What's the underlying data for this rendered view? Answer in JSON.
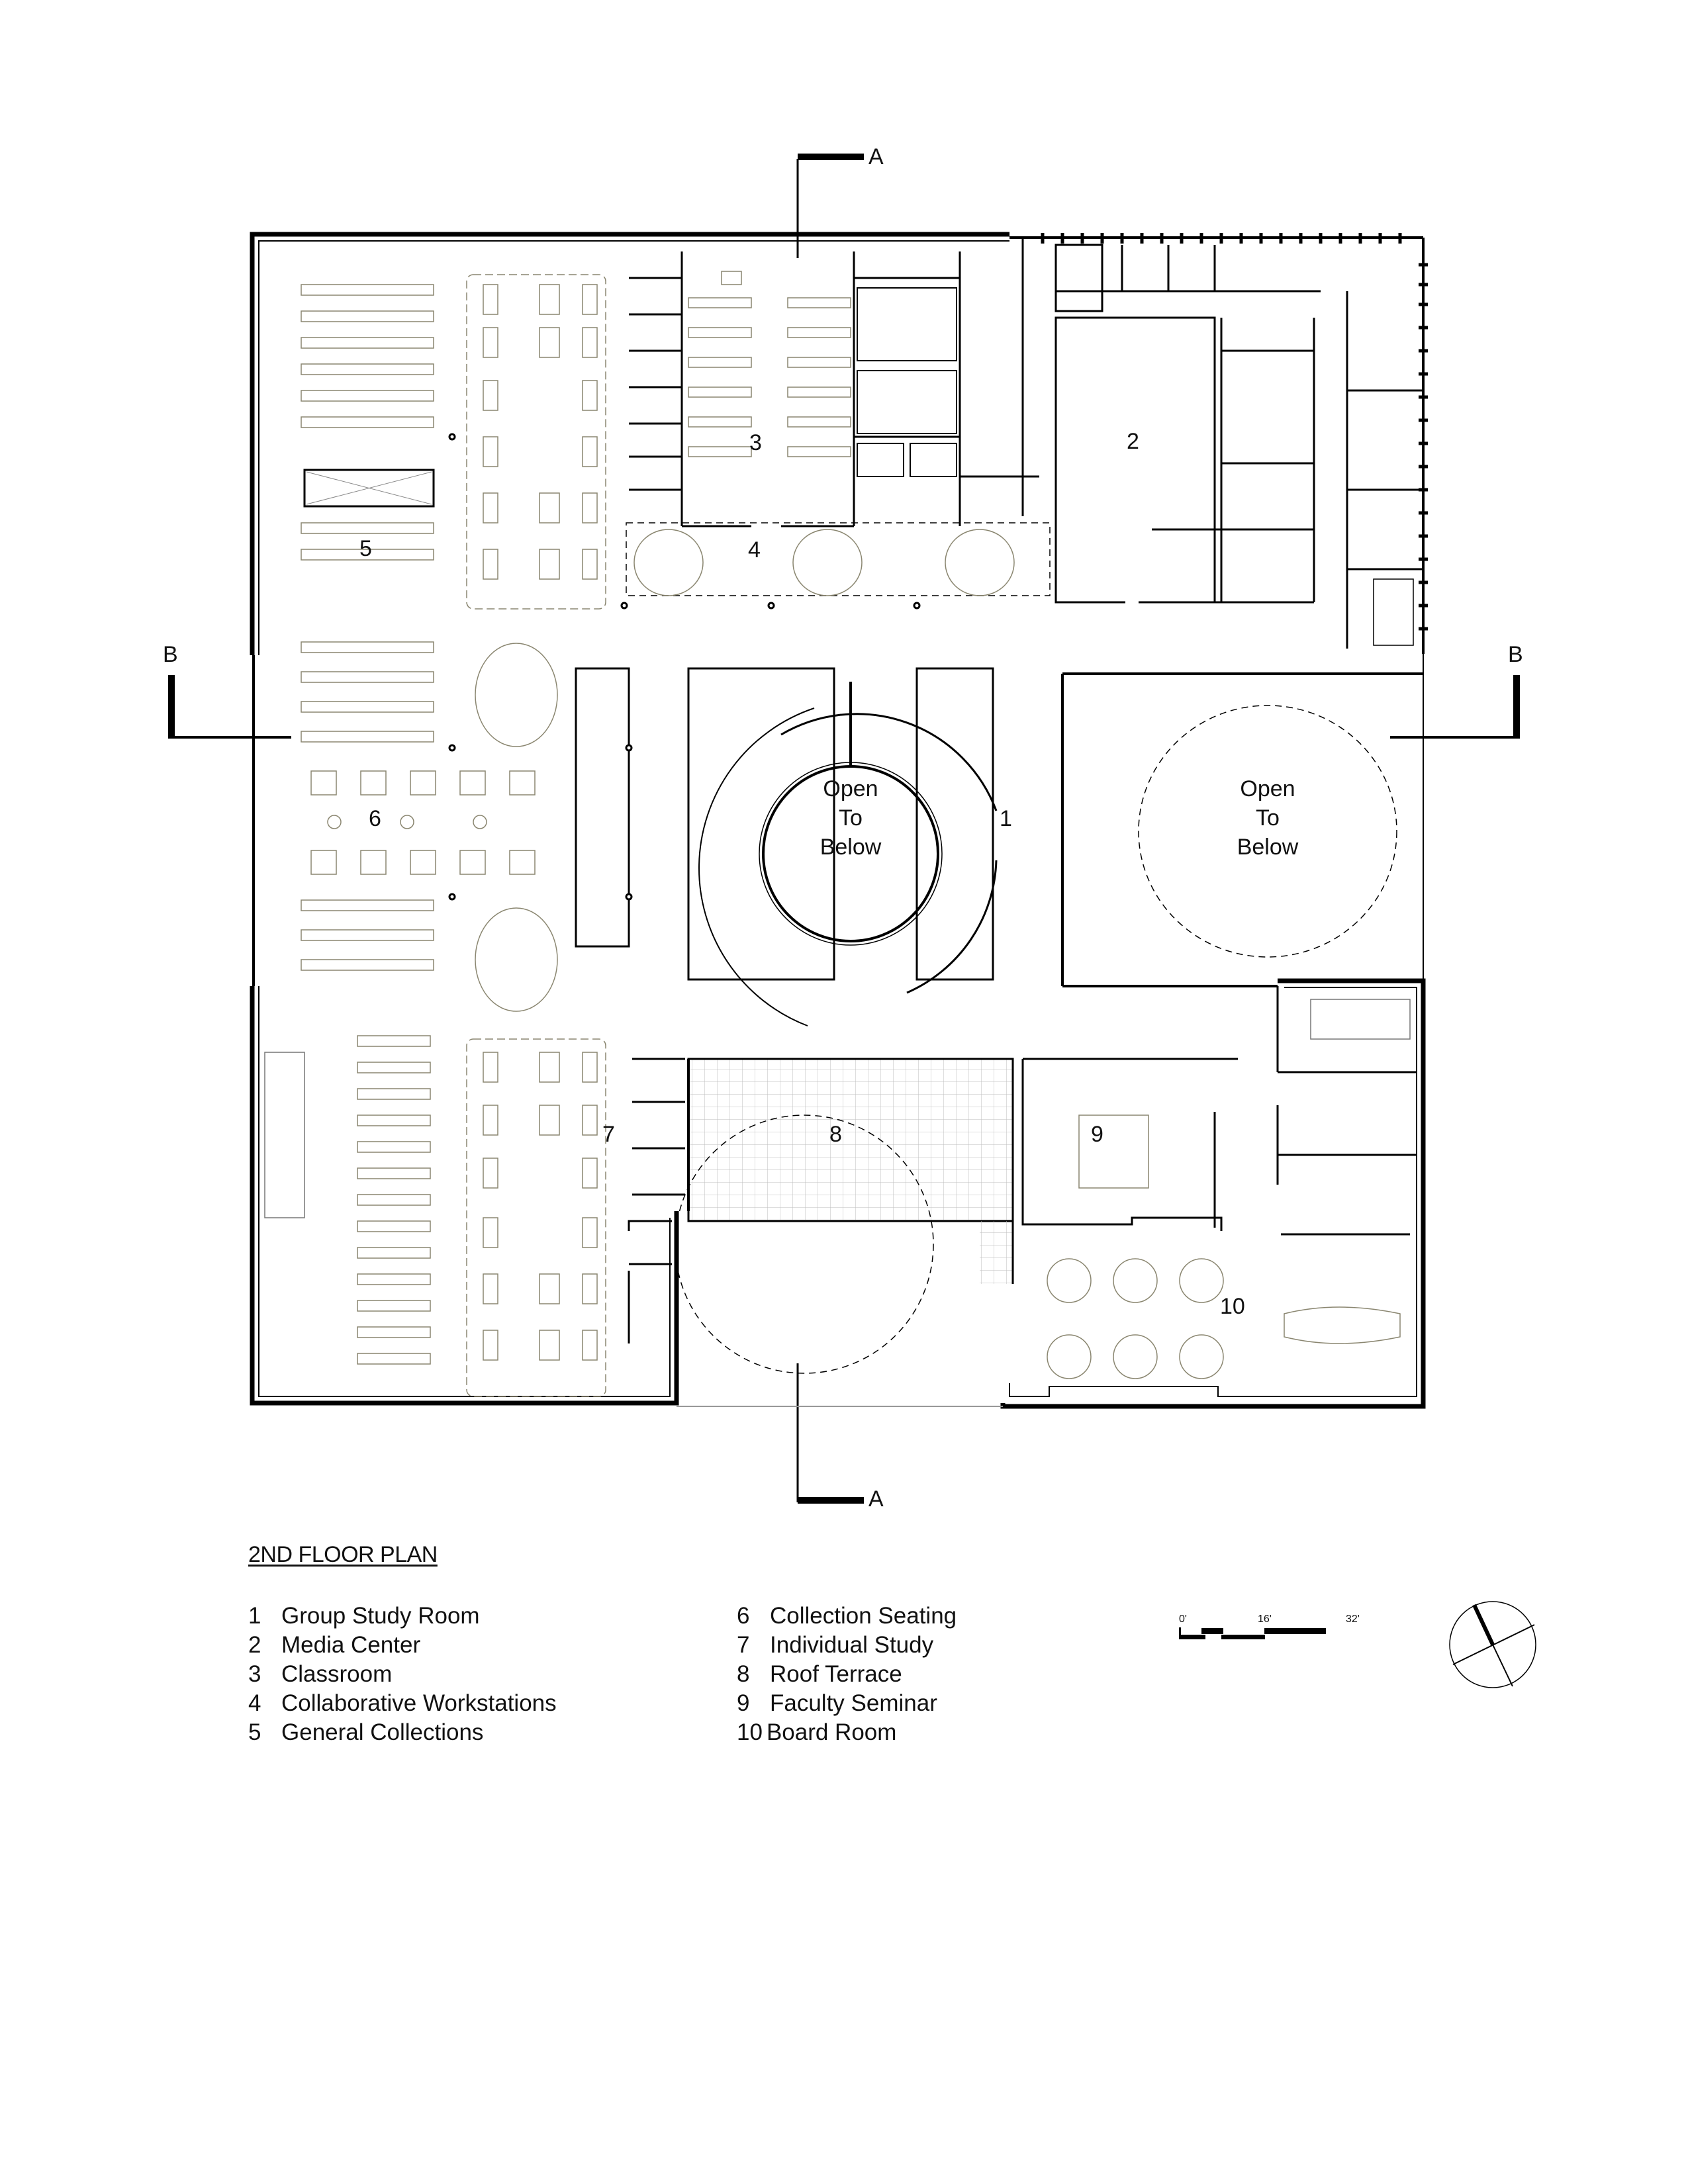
{
  "sheet": {
    "title": "2ND FLOOR PLAN"
  },
  "section_markers": {
    "a_top": "A",
    "a_bottom": "A",
    "b_left": "B",
    "b_right": "B"
  },
  "rooms": [
    {
      "number": "1",
      "name": "Group Study Room"
    },
    {
      "number": "2",
      "name": "Media Center"
    },
    {
      "number": "3",
      "name": "Classroom"
    },
    {
      "number": "4",
      "name": "Collaborative Workstations"
    },
    {
      "number": "5",
      "name": "General Collections"
    },
    {
      "number": "6",
      "name": "Collection Seating"
    },
    {
      "number": "7",
      "name": "Individual Study"
    },
    {
      "number": "8",
      "name": "Roof Terrace"
    },
    {
      "number": "9",
      "name": "Faculty Seminar"
    },
    {
      "number": "10",
      "name": "Board Room"
    }
  ],
  "open_to_below": {
    "center": {
      "line1": "Open",
      "line2": "To",
      "line3": "Below"
    },
    "east": {
      "line1": "Open",
      "line2": "To",
      "line3": "Below"
    }
  },
  "scale_bar": {
    "ticks": [
      "0'",
      "16'",
      "32'"
    ]
  },
  "north_arrow": {
    "icon": "north-arrow-icon"
  },
  "colors": {
    "wall": "#000000",
    "furniture": "#8a8670",
    "grid": "#bdbdbd",
    "background": "#ffffff"
  }
}
